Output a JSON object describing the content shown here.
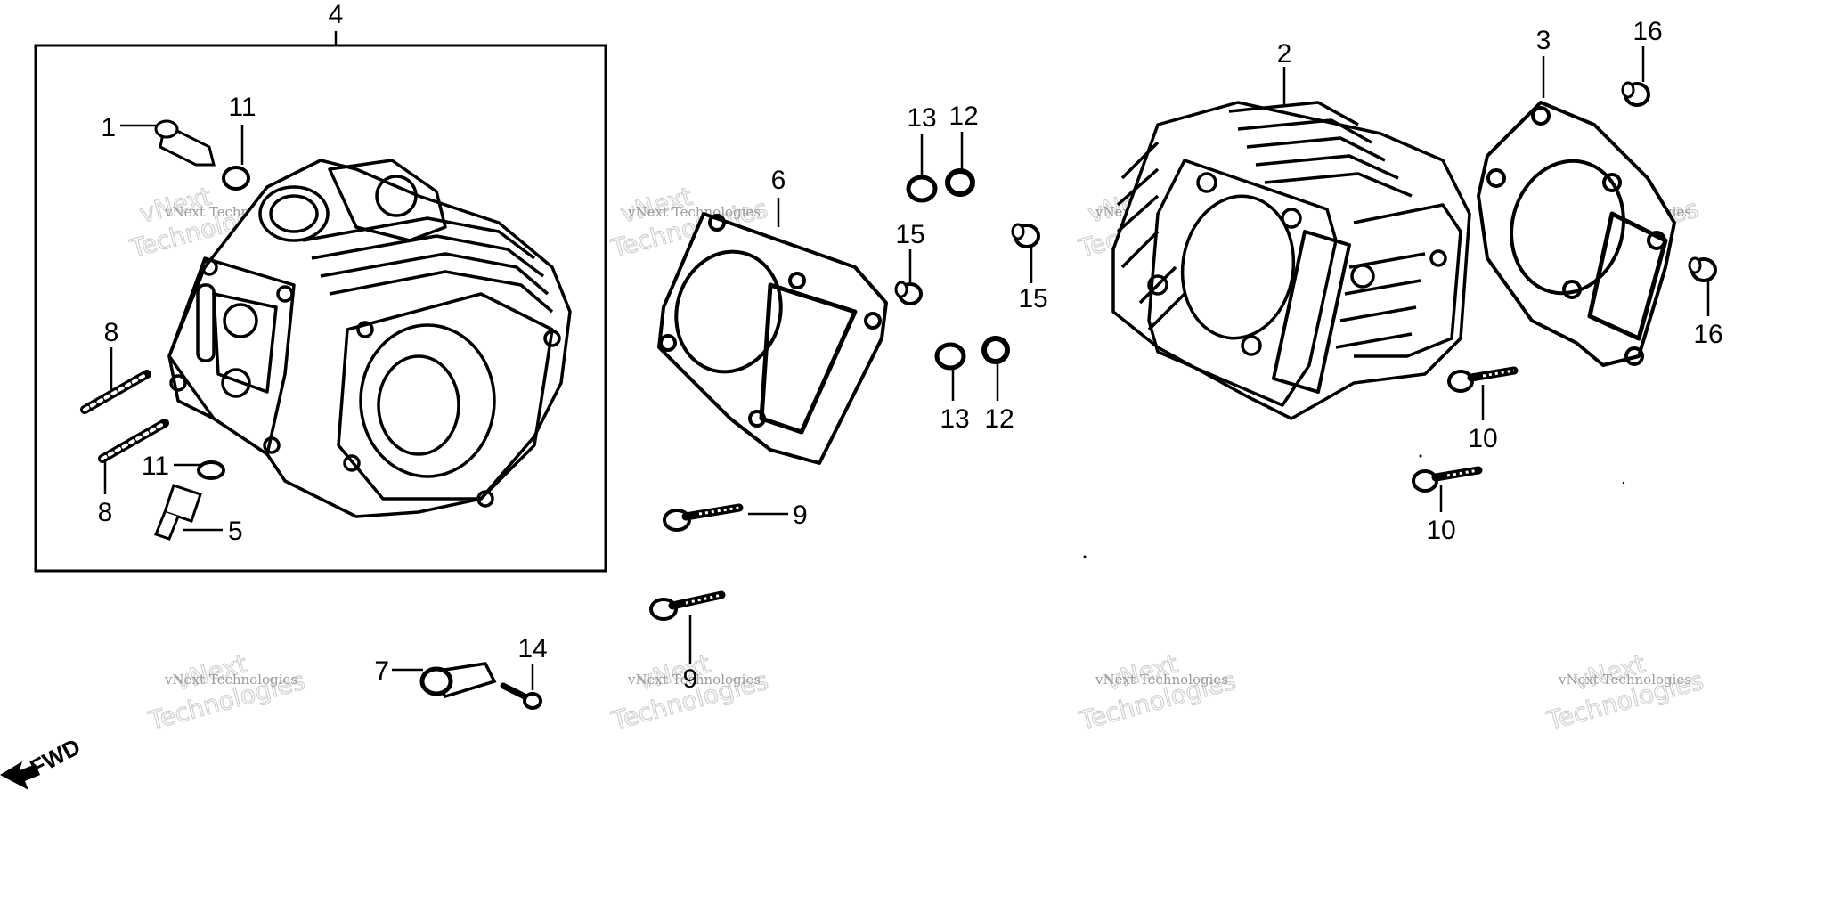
{
  "callouts": {
    "c1": "1",
    "c2": "2",
    "c3": "3",
    "c4": "4",
    "c5": "5",
    "c6": "6",
    "c7": "7",
    "c8a": "8",
    "c8b": "8",
    "c9a": "9",
    "c9b": "9",
    "c10a": "10",
    "c10b": "10",
    "c11a": "11",
    "c11b": "11",
    "c12a": "12",
    "c12b": "12",
    "c13a": "13",
    "c13b": "13",
    "c14": "14",
    "c15a": "15",
    "c15b": "15",
    "c16a": "16",
    "c16b": "16"
  },
  "direction_marker": {
    "text": "FWD"
  },
  "watermark": {
    "line1": "vNext Technologies",
    "line2": "vNext",
    "line3": "Technologies"
  }
}
